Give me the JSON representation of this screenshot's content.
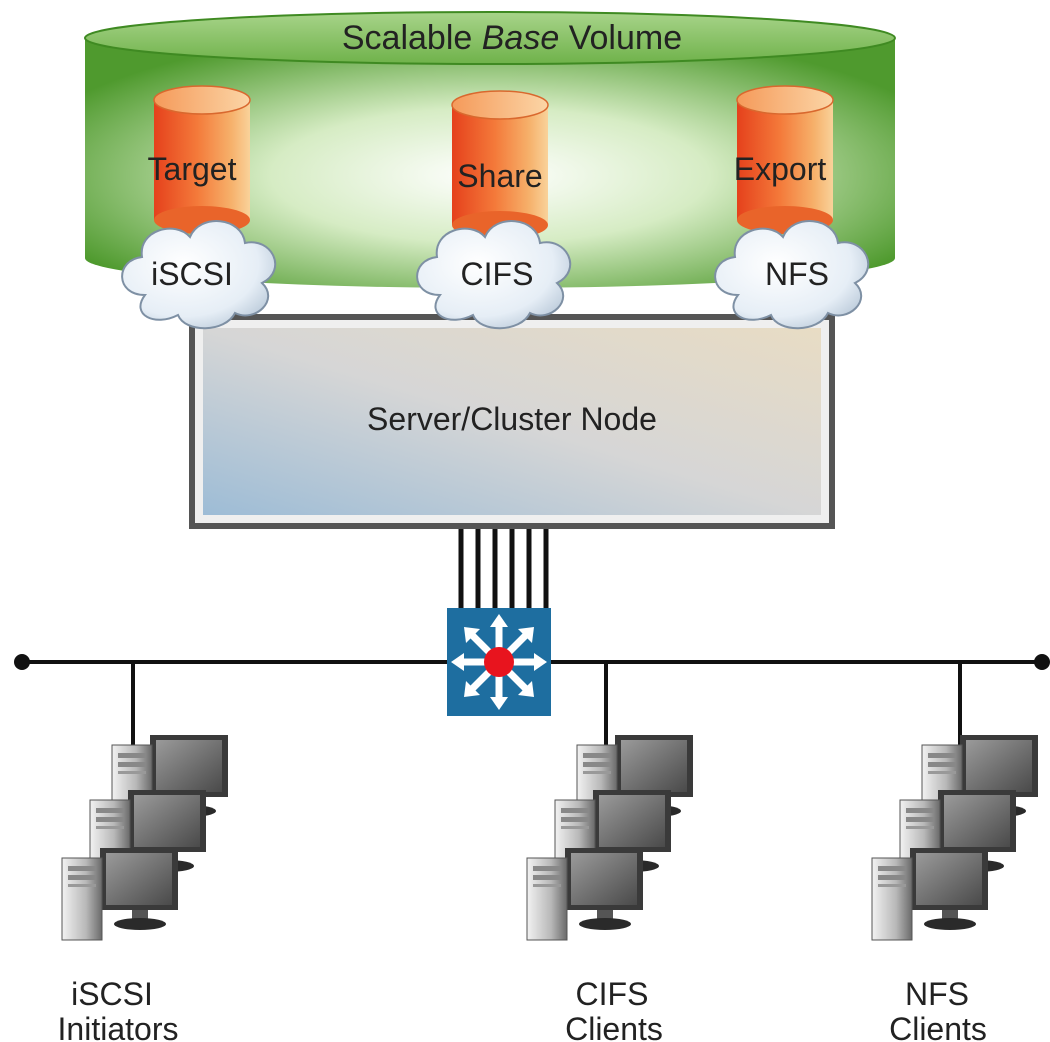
{
  "volume": {
    "title_prefix": "Scalable ",
    "title_emphasis": "Base",
    "title_suffix": " Volume",
    "color": "#4f9a2e"
  },
  "stores": [
    {
      "name": "Target",
      "protocol": "iSCSI"
    },
    {
      "name": "Share",
      "protocol": "CIFS"
    },
    {
      "name": "Export",
      "protocol": "NFS"
    }
  ],
  "server": {
    "label": "Server/Cluster Node"
  },
  "clients": [
    {
      "line1": "iSCSI",
      "line2": "Initiators"
    },
    {
      "line1": "CIFS",
      "line2": "Clients"
    },
    {
      "line1": "NFS",
      "line2": "Clients"
    }
  ],
  "colors": {
    "cylinder": "#ee6a2a",
    "switch": "#1e6ea0",
    "switch_core": "#e8141e"
  },
  "icons": [
    "storage-cylinder-icon",
    "cloud-icon",
    "network-switch-icon",
    "workstation-icon"
  ]
}
